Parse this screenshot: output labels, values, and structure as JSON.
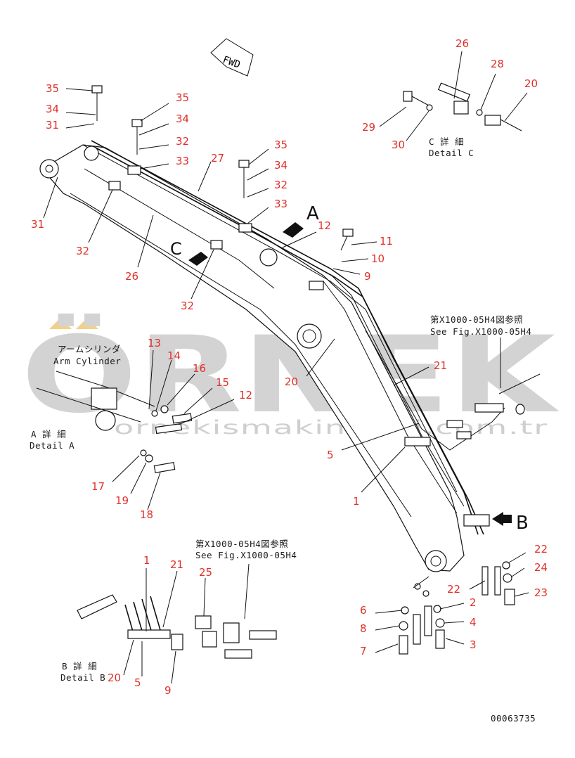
{
  "watermark": {
    "brand": "ÖRNEK",
    "url": "ornekismakinalari.com.tr",
    "accent_color": "#f2d08a",
    "text_color": "#d3d3d3"
  },
  "labels": {
    "fwd": "FWD",
    "detail_c_jp": "C 詳 細",
    "detail_c_en": "Detail C",
    "view_a": "A",
    "view_c": "C",
    "view_b": "B",
    "see_fig_jp_1": "第X1000-05H4図参照",
    "see_fig_en_1": "See Fig.X1000-05H4",
    "arm_cyl_jp": "アームシリンダ",
    "arm_cyl_en": "Arm Cylinder",
    "detail_a_jp": "A 詳 細",
    "detail_a_en": "Detail A",
    "see_fig_jp_2": "第X1000-05H4図参照",
    "see_fig_en_2": "See Fig.X1000-05H4",
    "detail_b_jp": "B 詳 細",
    "detail_b_en": "Detail B",
    "drawing_number": "00063735"
  },
  "callouts": {
    "c1": "35",
    "c2": "34",
    "c3": "31",
    "c4": "35",
    "c5": "34",
    "c6": "32",
    "c7": "33",
    "c8": "27",
    "c9": "35",
    "c10": "34",
    "c11": "32",
    "c12": "33",
    "c13": "31",
    "c14": "32",
    "c15": "26",
    "c16": "32",
    "c17": "12",
    "c18": "11",
    "c19": "10",
    "c20": "9",
    "c21": "26",
    "c22": "28",
    "c23": "20",
    "c24": "29",
    "c25": "30",
    "c26": "20",
    "c27": "21",
    "c28": "5",
    "c29": "1",
    "c30": "13",
    "c31": "14",
    "c32": "16",
    "c33": "15",
    "c34": "12",
    "c35": "17",
    "c36": "19",
    "c37": "18",
    "c38": "22",
    "c39": "24",
    "c40": "22",
    "c41": "23",
    "c42": "2",
    "c43": "4",
    "c44": "3",
    "c45": "6",
    "c46": "8",
    "c47": "7",
    "c48": "1",
    "c49": "21",
    "c50": "25",
    "c51": "20",
    "c52": "5",
    "c53": "9"
  }
}
